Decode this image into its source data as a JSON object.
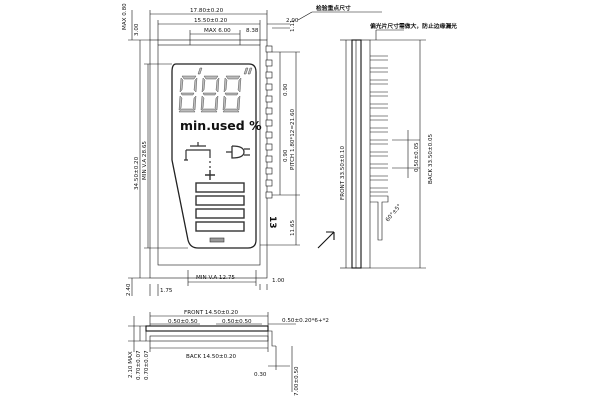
{
  "display": {
    "digits": "888",
    "label": "min.used %",
    "pin_number": "13"
  },
  "notes": {
    "top_right": "检验重点尺寸",
    "side_top": "偏光片尺寸需做大，防止边缘漏光"
  },
  "front_view": {
    "overall_width": "17.80±0.20",
    "glass_width": "15.50±0.20",
    "max_width": "MAX 6.00",
    "pin_offset": "8.38",
    "pin_edge": "2.00",
    "top_max": "MAX 0.80",
    "top_margin": "3.00",
    "top_small": "1.11",
    "overall_height": "34.50±0.20",
    "view_area_height": "MIN V.A 28.65",
    "pin_pitch_a": "0.90",
    "pin_pitch_total": "PITCH 1.80*12=21.60",
    "pin_pitch_b": "0.90",
    "pin_bottom": "11.65",
    "view_area_width": "MIN V.A 12.75",
    "left_bottom": "1.75",
    "right_bottom": "1.00",
    "bottom_margin": "2.40"
  },
  "side_view": {
    "front_height": "FRONT 33.50±0.10",
    "back_height": "BACK 33.50±0.05",
    "pin_pitch": "0.50±0.05",
    "pin_angle": "60°±5°"
  },
  "bottom_view": {
    "front_width": "FRONT 14.50±0.20",
    "left_offset": "0.50±0.50",
    "right_offset": "0.50±0.50",
    "pin_spec": "0.50±0.20*6+*2",
    "back_width": "BACK 14.50±0.20",
    "thickness_max": "2.10 MAX",
    "thickness_a": "0.70±0.07",
    "thickness_b": "0.70±0.07",
    "pin_thickness": "0.30",
    "pin_length": "7.00±0.50"
  }
}
